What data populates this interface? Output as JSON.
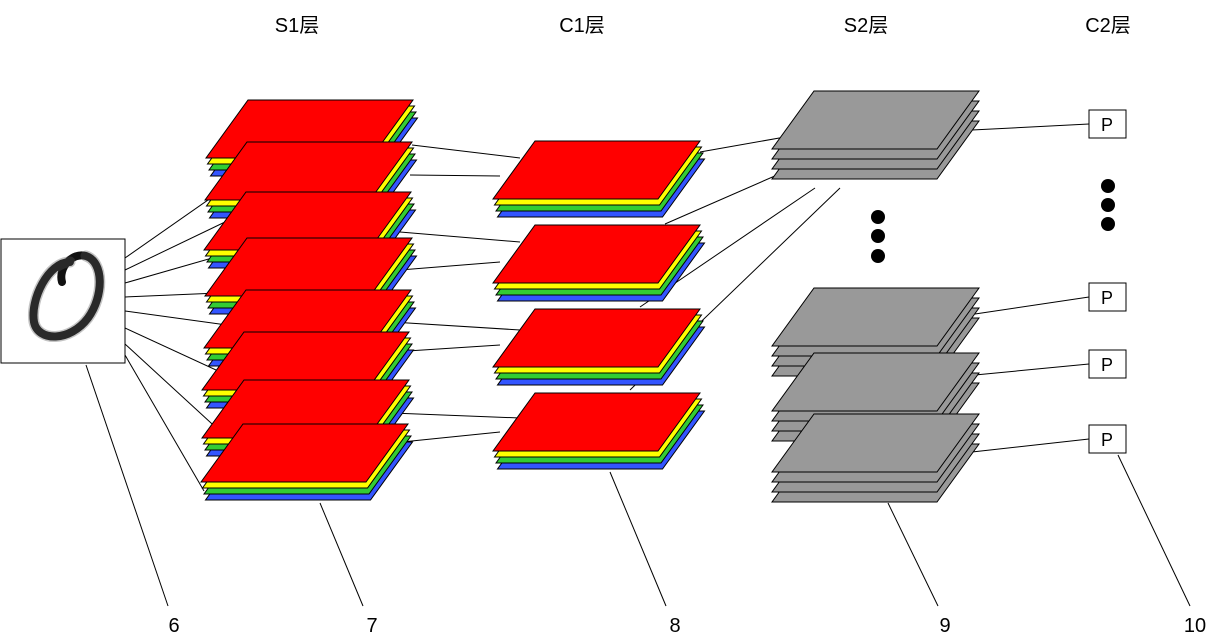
{
  "headers": {
    "s1": "S1层",
    "c1": "C1层",
    "s2": "S2层",
    "c2": "C2层"
  },
  "pool_label": "P",
  "callouts": {
    "input": "6",
    "s1": "7",
    "c1": "8",
    "s2": "9",
    "c2": "10"
  },
  "colors": {
    "red": "#ff0000",
    "yellow": "#ffff00",
    "green": "#33cc33",
    "blue": "#3355ff",
    "gray": "#999999",
    "outline": "#000000"
  }
}
